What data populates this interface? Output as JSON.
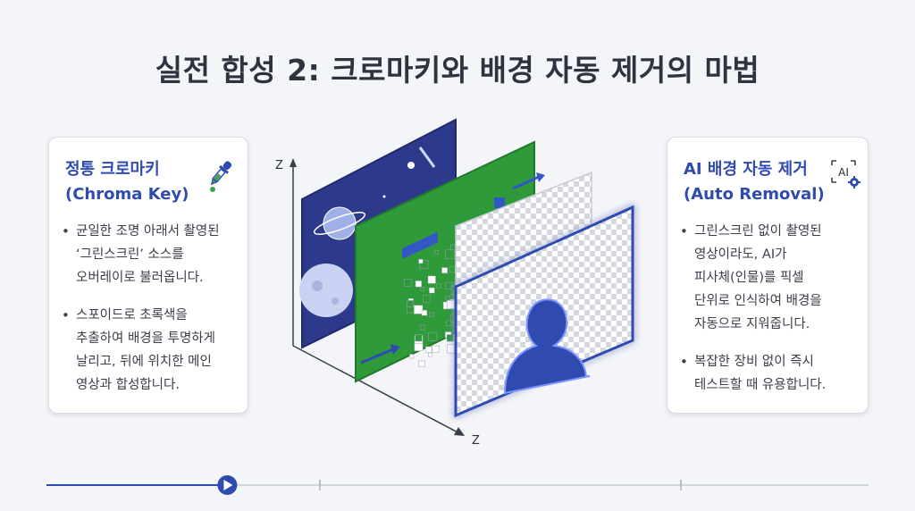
{
  "title": "실전 합성 2: 크로마키와 배경 자동 제거의 마법",
  "left_card": {
    "heading_line1": "정통 크로마키",
    "heading_line2": "(Chroma Key)",
    "icon": "eyedropper-icon",
    "bullets": [
      [
        "균일한 조명 아래서 촬영된",
        "‘그린스크린’ 소스를",
        "오버레이로 불러옵니다."
      ],
      [
        "스포이드로 초록색을",
        "추출하여 배경을 투명하게",
        "날리고, 뒤에 위치한 메인",
        "영상과 합성합니다."
      ]
    ]
  },
  "right_card": {
    "heading_line1": "AI 배경 자동 제거",
    "heading_line2": "(Auto Removal)",
    "icon": "ai-settings-icon",
    "icon_text": "AI",
    "bullets": [
      [
        "그린스크린 없이 촬영된",
        "영상이라도, AI가",
        "피사체(인물)를 픽셀",
        "단위로 인식하여 배경을",
        "자동으로 지워줍니다."
      ],
      [
        "복잡한 장비 없이 즉시",
        "테스트할 때 유용합니다."
      ]
    ]
  },
  "diagram": {
    "axis_z_vertical": "Z",
    "axis_z_depth": "Z",
    "layers": [
      "space-background",
      "green-screen",
      "transparency-checker",
      "ai-cutout-person"
    ]
  },
  "colors": {
    "accent": "#2f4bb0",
    "green": "#2f9a3a",
    "space": "#2d3a8c",
    "glow": "#4d6bff"
  },
  "playback": {
    "progress": 0.22
  }
}
